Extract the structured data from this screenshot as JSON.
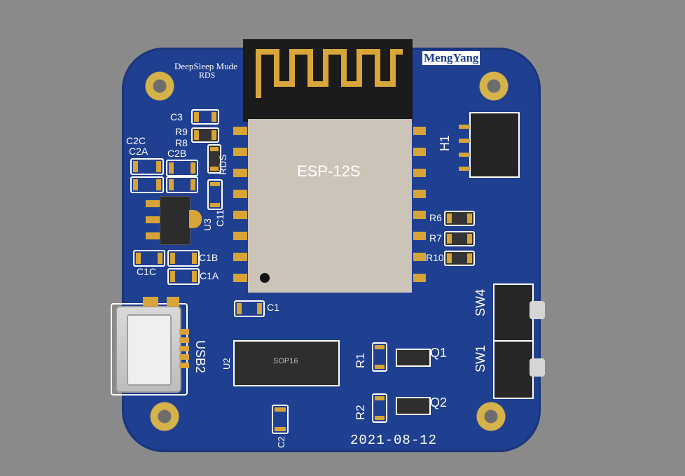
{
  "board": {
    "brand": "MengYang",
    "mode_line1": "DeepSleep Mude",
    "mode_line2": "RDS",
    "date": "2021-08-12",
    "module_label": "ESP-12S",
    "ic_label": "SOP16"
  },
  "labels": {
    "c3": "C3",
    "r9": "R9",
    "r8": "R8",
    "c2c": "C2C",
    "c2a": "C2A",
    "c2b": "C2B",
    "rds": "RDS",
    "c11": "C11",
    "u3": "U3",
    "c1c": "C1C",
    "c1b": "C1B",
    "c1a": "C1A",
    "c1": "C1",
    "usb2": "USB2",
    "u2": "U2",
    "c2": "C2",
    "r1": "R1",
    "r2": "R2",
    "q1": "Q1",
    "q2": "Q2",
    "r6": "R6",
    "r7": "R7",
    "r10": "R10",
    "h1": "H1",
    "sw4": "SW4",
    "sw1": "SW1"
  },
  "colors": {
    "background": "#8a8a8a",
    "pcb": "#1f3f90",
    "copper": "#d7a437",
    "silkscreen": "#ffffff",
    "module_shield": "#ccc4b9",
    "antenna_board": "#1b1b1b"
  }
}
